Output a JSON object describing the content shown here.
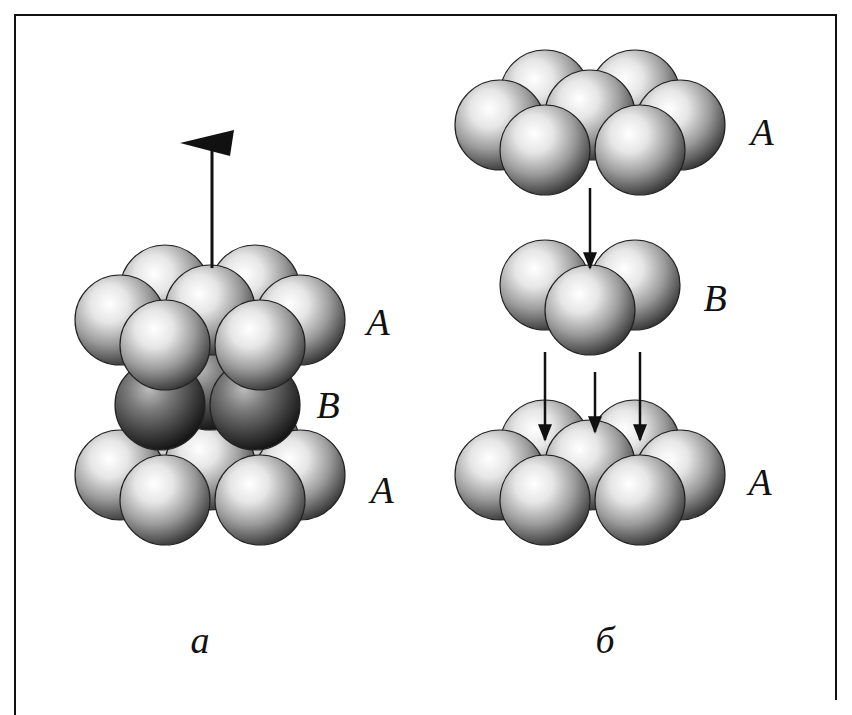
{
  "diagram": {
    "labels": [
      "A",
      "B",
      "A",
      "A",
      "B",
      "A",
      "а",
      "б"
    ]
  }
}
